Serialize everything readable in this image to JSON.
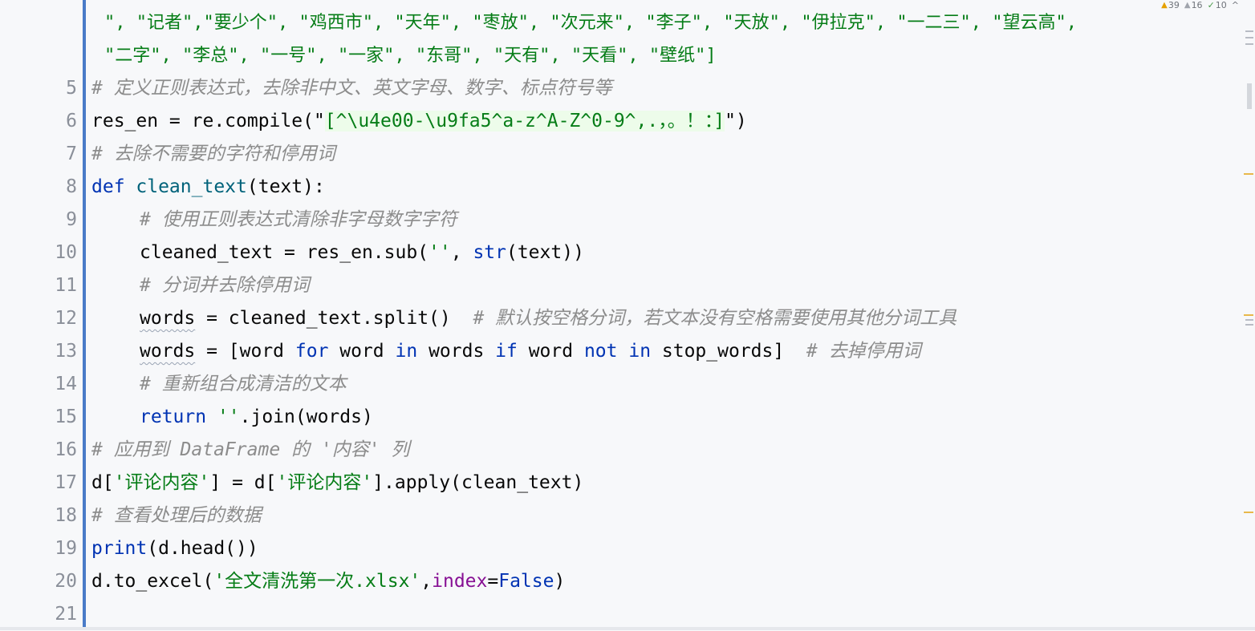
{
  "status": {
    "warnings": "39",
    "weak_warnings": "16",
    "typos": "10",
    "arrow": "^"
  },
  "lines": [
    {
      "num": "",
      "text": "\", \"记者\",\"要少个\", \"鸡西市\", \"天年\", \"枣放\", \"次元来\", \"李子\", \"天放\", \"伊拉克\", \"一二三\", \"望云高\","
    },
    {
      "num": "",
      "text": "\"二字\", \"李总\", \"一号\", \"一家\", \"东哥\", \"天有\", \"天看\", \"壁纸\"]"
    },
    {
      "num": "5",
      "comment": "# 定义正则表达式，去除非中文、英文字母、数字、标点符号等"
    },
    {
      "num": "6",
      "p1": "res_en = re.compile(\"",
      "regex": "[^\\u4e00-\\u9fa5^a-z^A-Z^0-9^,.，。！：]",
      "p2": "\")"
    },
    {
      "num": "7",
      "comment": "# 去除不需要的字符和停用词"
    },
    {
      "num": "8",
      "kw": "def ",
      "fn": "clean_text",
      "rest": "(text):"
    },
    {
      "num": "9",
      "comment": "# 使用正则表达式清除非字母数字字符"
    },
    {
      "num": "10",
      "p1": "cleaned_text = res_en.sub(",
      "s": "''",
      "p2": ", ",
      "b": "str",
      "p3": "(text))"
    },
    {
      "num": "11",
      "comment": "# 分词并去除停用词"
    },
    {
      "num": "12",
      "w": "words",
      "code": " = cleaned_text.split()  ",
      "comment": "# 默认按空格分词，若文本没有空格需要使用其他分词工具"
    },
    {
      "num": "13",
      "w": "words",
      "c1": " = [word ",
      "k1": "for",
      "c2": " word ",
      "k2": "in",
      "c3": " words ",
      "k3": "if",
      "c4": " word ",
      "k4": "not in",
      "c5": " stop_words]  ",
      "comment": "# 去掉停用词"
    },
    {
      "num": "14",
      "comment": "# 重新组合成清洁的文本"
    },
    {
      "num": "15",
      "kw": "return ",
      "s": "''",
      "rest": ".join(words)"
    },
    {
      "num": "16",
      "comment": "# 应用到 DataFrame 的 '内容' 列"
    },
    {
      "num": "17",
      "c1": "d[",
      "s1": "'评论内容'",
      "c2": "] = d[",
      "s2": "'评论内容'",
      "c3": "].apply(clean_text)"
    },
    {
      "num": "18",
      "comment": "# 查看处理后的数据"
    },
    {
      "num": "19",
      "b": "print",
      "rest": "(d.head())"
    },
    {
      "num": "20",
      "c1": "d.to_excel(",
      "s": "'全文清洗第一次.xlsx'",
      "c2": ",",
      "p": "index",
      "c3": "=",
      "k": "False",
      "c4": ")"
    },
    {
      "num": "21"
    }
  ]
}
